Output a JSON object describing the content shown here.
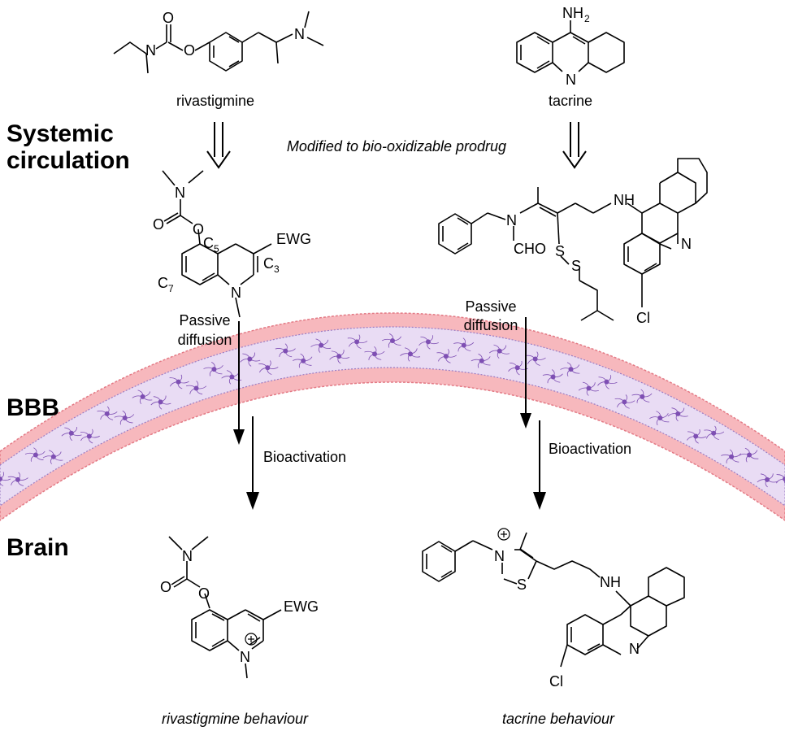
{
  "side_labels": {
    "systemic": [
      "Systemic",
      "circulation"
    ],
    "bbb": "BBB",
    "brain": "Brain"
  },
  "compounds": {
    "rivastigmine": "rivastigmine",
    "tacrine": "tacrine"
  },
  "note": "Modified to bio-oxidizable prodrug",
  "passive_diffusion": [
    "Passive",
    "diffusion"
  ],
  "bioactivation": "Bioactivation",
  "behaviours": {
    "left": "rivastigmine behaviour",
    "right": "tacrine behaviour"
  },
  "atoms": {
    "N": "N",
    "O": "O",
    "S": "S",
    "NH": "NH",
    "NH2": "NH",
    "two": "2",
    "EWG": "EWG",
    "C": "C",
    "five": "5",
    "three": "3",
    "seven": "7",
    "CHO": "CHO",
    "Cl": "Cl"
  },
  "colors": {
    "membrane_outer": "#f7b8bd",
    "membrane_edge": "#e37a85",
    "membrane_inner": "#e9dcf4",
    "cell": "#7e4fb3"
  }
}
